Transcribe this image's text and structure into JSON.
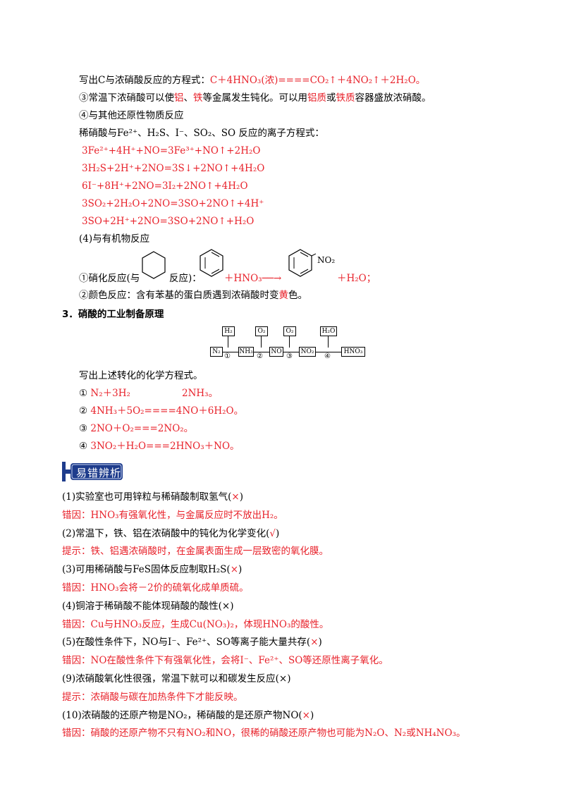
{
  "lines": {
    "l1a": "写出C与浓硝酸反应的方程式：",
    "l1b": "C＋4HNO₃(浓)====CO₂↑＋4NO₂↑＋2H₂O。",
    "l2a": "③常温下浓硝酸可以使",
    "l2b": "铝",
    "l2c": "、",
    "l2d": "铁",
    "l2e": "等金属发生钝化。可以用",
    "l2f": "铝质",
    "l2g": "或",
    "l2h": "铁质",
    "l2i": "容器盛放浓硝酸。",
    "l3": "④与其他还原性物质反应",
    "l4": "稀硝酸与Fe²⁺、H₂S、I⁻、SO₂、SO 反应的离子方程式：",
    "eq1": "3Fe²⁺+4H⁺+NO=3Fe³⁺+NO↑+2H₂O",
    "eq2": "3H₂S+2H⁺+2NO=3S↓+2NO↑+4H₂O",
    "eq3": "6I⁻+8H⁺+2NO=3I₂+2NO↑+4H₂O",
    "eq4": "3SO₂+2H₂O+2NO=3SO+2NO↑+4H⁺",
    "eq5": "3SO+2H⁺+2NO=3SO+2NO↑+H₂O",
    "l5": "(4)与有机物反应",
    "l6a": "①硝化反应(与",
    "l6b": "反应)：",
    "l6c": "＋HNO₃──→",
    "l6d": "＋H₂O；",
    "no2": "NO₂",
    "l7a": "②颜色反应：含有苯基的蛋白质遇到浓硝酸时变",
    "l7b": "黄",
    "l7c": "色。",
    "sec3": "3．硝酸的工业制备原理",
    "l8": "写出上述转化的化学方程式。",
    "r1a": "①",
    "r1b": "N₂＋3H₂",
    "r1c": "2NH₃。",
    "r2a": "②",
    "r2b": "4NH₃＋5O₂====4NO＋6H₂O。",
    "r3a": "③",
    "r3b": "2NO＋O₂===2NO₂。",
    "r4a": "④",
    "r4b": "3NO₂＋H₂O===2HNO₃＋NO。"
  },
  "flow": {
    "top": [
      "H₂",
      "O₂",
      "O₂",
      "H₂O"
    ],
    "bottom": [
      "N₂",
      "NH₃",
      "NO",
      "NO₂",
      "HNO₃"
    ],
    "steps": [
      "①",
      "②",
      "③",
      "④"
    ]
  },
  "banner": {
    "label": "易错辨析",
    "bg": "#1e3c8c"
  },
  "items": [
    {
      "q": "(1)实验室也可用锌粒与稀硝酸制取氢气(",
      "mark": "×",
      "tail": ")",
      "aLabel": "错因：",
      "a": "HNO₃有强氧化性，与金属反应时不放出H₂。"
    },
    {
      "q": "(2)常温下，铁、铝在浓硝酸中的钝化为化学变化(",
      "mark": "√",
      "tail": ")",
      "aLabel": "提示：",
      "a": "铁、铝遇浓硝酸时，在金属表面生成一层致密的氧化膜。"
    },
    {
      "q": "(3)可用稀硝酸与FeS固体反应制取H₂S(",
      "mark": "×",
      "tail": ")",
      "aLabel": "错因：",
      "a": "HNO₃会将－2价的硫氧化成单质硫。"
    },
    {
      "q": "(4)铜溶于稀硝酸不能体现硝酸的酸性(×)",
      "mark": "",
      "tail": "",
      "aLabel": "错因：",
      "a": "Cu与HNO₃反应，生成Cu(NO₃)₂，体现HNO₃的酸性。"
    },
    {
      "q": "(5)在酸性条件下，NO与I⁻、Fe²⁺、SO等离子能大量共存(",
      "mark": "×",
      "tail": ")",
      "aLabel": "错因：",
      "a": "NO在酸性条件下有强氧化性，会将I⁻、Fe²⁺、SO等还原性离子氧化。"
    },
    {
      "q": "(9)浓硝酸氧化性很强，常温下就可以和碳发生反应(×)",
      "mark": "",
      "tail": "",
      "aLabel": "提示：",
      "a": "浓硝酸与碳在加热条件下才能反映。"
    },
    {
      "q": "(10)浓硝酸的还原产物是NO₂，稀硝酸的是还原产物NO(",
      "mark": "×",
      "tail": ")",
      "aLabel": "错因：",
      "a": "硝酸的还原产物不只有NO₂和NO，很稀的硝酸还原产物也可能为N₂O、N₂或NH₄NO₃。"
    }
  ]
}
